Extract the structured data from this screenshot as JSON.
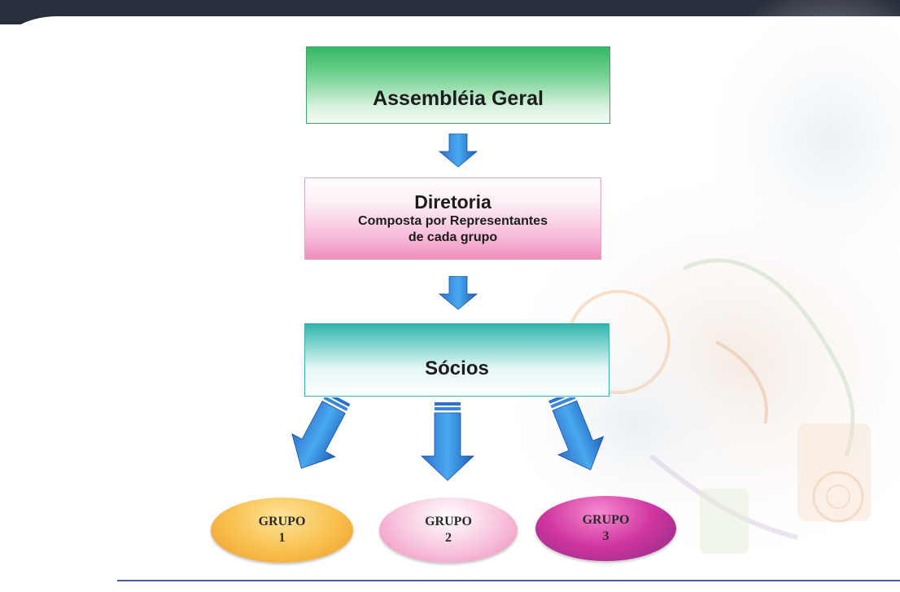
{
  "diagram": {
    "top": {
      "label": "Assembléia Geral"
    },
    "board": {
      "title": "Diretoria",
      "subtitle_line1": "Composta por Representantes",
      "subtitle_line2": "de cada grupo"
    },
    "members": {
      "label": "Sócios"
    },
    "groups": [
      {
        "word": "GRUPO",
        "number": "1"
      },
      {
        "word": "GRUPO",
        "number": "2"
      },
      {
        "word": "GRUPO",
        "number": "3"
      }
    ]
  },
  "colors": {
    "assembly": "#36b864",
    "board": "#ef8fbd",
    "members": "#30b3ab",
    "arrow": "#1f7fd6",
    "group1": "#f8bf4c",
    "group2": "#f7c2dc",
    "group3": "#d0359f",
    "rule": "#4b56a6"
  }
}
